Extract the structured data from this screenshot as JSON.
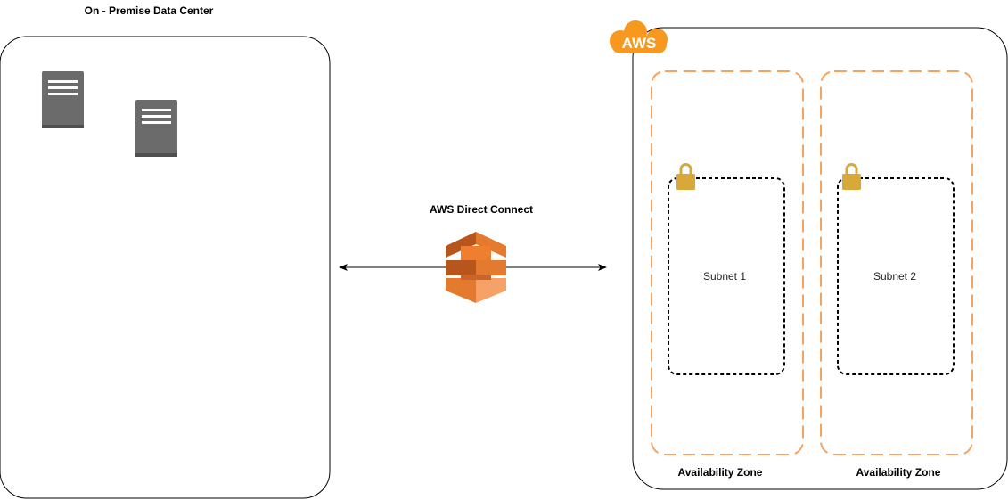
{
  "on_premise": {
    "title": "On - Premise Data Center",
    "servers": [
      {
        "icon": "server-icon"
      },
      {
        "icon": "server-icon"
      }
    ]
  },
  "connection": {
    "label": "AWS Direct Connect",
    "icon": "direct-connect-icon",
    "arrow": "bidirectional"
  },
  "aws": {
    "logo_text": "AWS",
    "colors": {
      "cloud": "#f7981f",
      "zone_border": "#f4a460",
      "lock": "#d8a93a",
      "connect_dark": "#b7561c",
      "connect_mid": "#e47a2d",
      "connect_light": "#f6a167"
    },
    "zones": [
      {
        "label": "Availability Zone",
        "subnet": {
          "label": "Subnet 1",
          "icon": "lock-icon"
        }
      },
      {
        "label": "Availability Zone",
        "subnet": {
          "label": "Subnet 2",
          "icon": "lock-icon"
        }
      }
    ]
  }
}
